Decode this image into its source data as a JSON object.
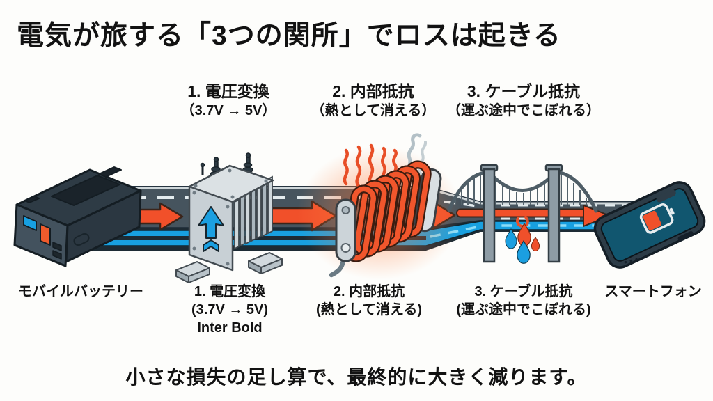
{
  "title": "電気が旅する「3つの関所」でロスは起きる",
  "checkpoints_top": [
    {
      "line1": "1. 電圧変換",
      "line2": "（3.7V → 5V）"
    },
    {
      "line1": "2. 内部抵抗",
      "line2": "（熱として消える）"
    },
    {
      "line1": "3. ケーブル抵抗",
      "line2": "（運ぶ途中でこぼれる）"
    }
  ],
  "labels_bottom": {
    "battery": "モバイルバッテリー",
    "checkpoint1": [
      "1. 電圧変換",
      "(3.7V → 5V)",
      "Inter Bold"
    ],
    "checkpoint2": [
      "2. 内部抵抗",
      "(熱として消える)"
    ],
    "checkpoint3": [
      "3. ケーブル抵抗",
      "(運ぶ途中でこぼれる)"
    ],
    "smartphone": "スマートフォン"
  },
  "caption": "小さな損失の足し算で、最終的に大きく減ります。",
  "illustrations": {
    "battery": "power-bank-icon",
    "transformer": "voltage-transformer-icon",
    "resistor": "glowing-resistor-coil-icon",
    "bridge": "suspension-bridge-icon",
    "smartphone": "smartphone-low-battery-icon",
    "road": "energy-road",
    "flow": "red-arrow-flow",
    "cable": "blue-cable",
    "heat": "heat-waves-icon",
    "smoke": "smoke-icon",
    "drops": "leaking-drops-icon"
  },
  "colors": {
    "background": "#FDFDFB",
    "text": "#121212",
    "road": "#46545E",
    "road_dark": "#1D2B34",
    "cable_blue": "#18A0E0",
    "flow_red": "#F1502A",
    "glow": "#FF6E32",
    "metal": "#C9D1D6",
    "device": "#3A4954",
    "screen": "#14566F",
    "smoke": "#B3C0C6"
  }
}
